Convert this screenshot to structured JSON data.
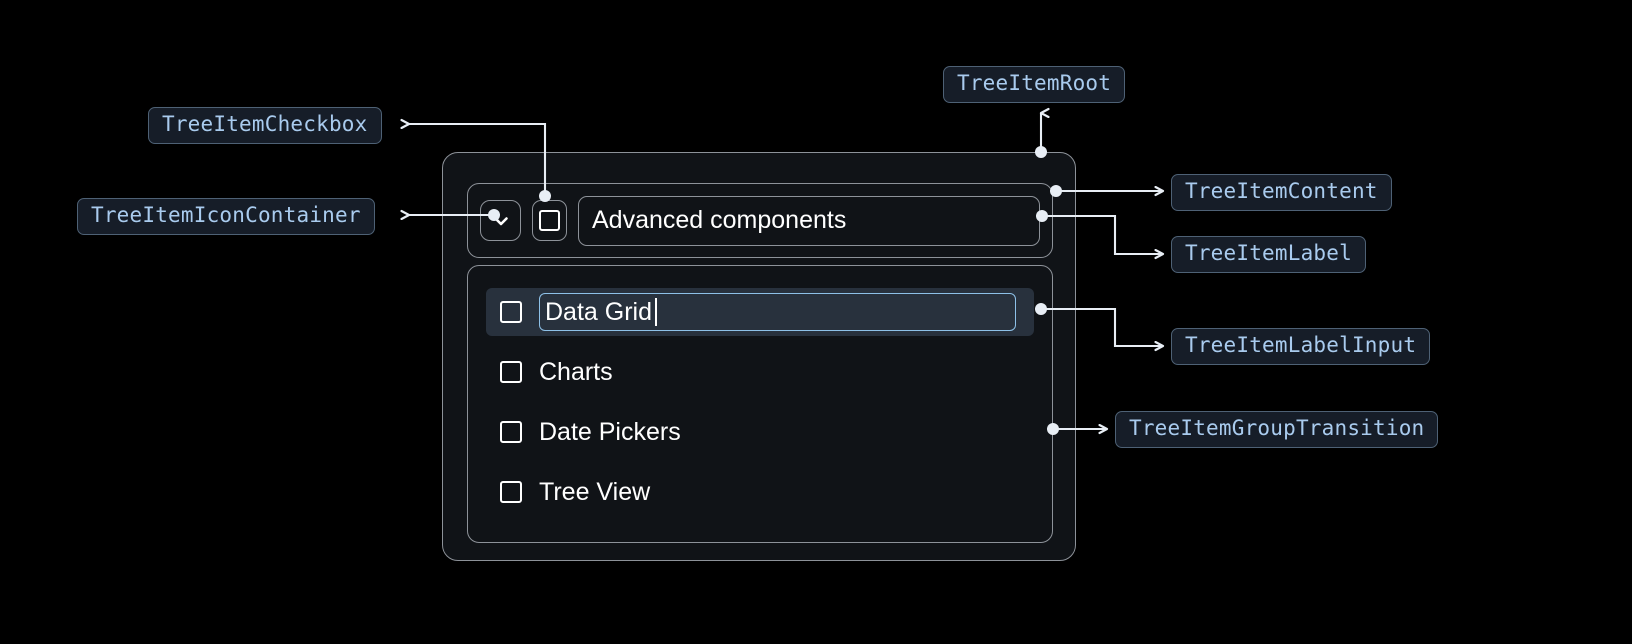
{
  "annotations": [
    {
      "id": "tree-item-checkbox",
      "label": "TreeItemCheckbox"
    },
    {
      "id": "tree-item-icon-container",
      "label": "TreeItemIconContainer"
    },
    {
      "id": "tree-item-root",
      "label": "TreeItemRoot"
    },
    {
      "id": "tree-item-content",
      "label": "TreeItemContent"
    },
    {
      "id": "tree-item-label",
      "label": "TreeItemLabel"
    },
    {
      "id": "tree-item-label-input",
      "label": "TreeItemLabelInput"
    },
    {
      "id": "tree-item-group-transition",
      "label": "TreeItemGroupTransition"
    }
  ],
  "tree": {
    "root_label": "Advanced components",
    "icon": "chevron-down-icon",
    "root_checkbox_checked": false,
    "editing_item": {
      "value": "Data Grid",
      "checked": false,
      "editing": true
    },
    "children": [
      {
        "label": "Charts",
        "checked": false
      },
      {
        "label": "Date Pickers",
        "checked": false
      },
      {
        "label": "Tree View",
        "checked": false
      }
    ]
  },
  "colors": {
    "background": "#000000",
    "panel": "#101317",
    "panel_border": "#8d9299",
    "badge_bg": "#161d28",
    "badge_border": "#4e6175",
    "badge_text": "#a9cbee",
    "connector": "#e8eef5",
    "selected_row": "#28313d",
    "input_focus_border": "#8ec1e8",
    "text": "#ffffff"
  }
}
